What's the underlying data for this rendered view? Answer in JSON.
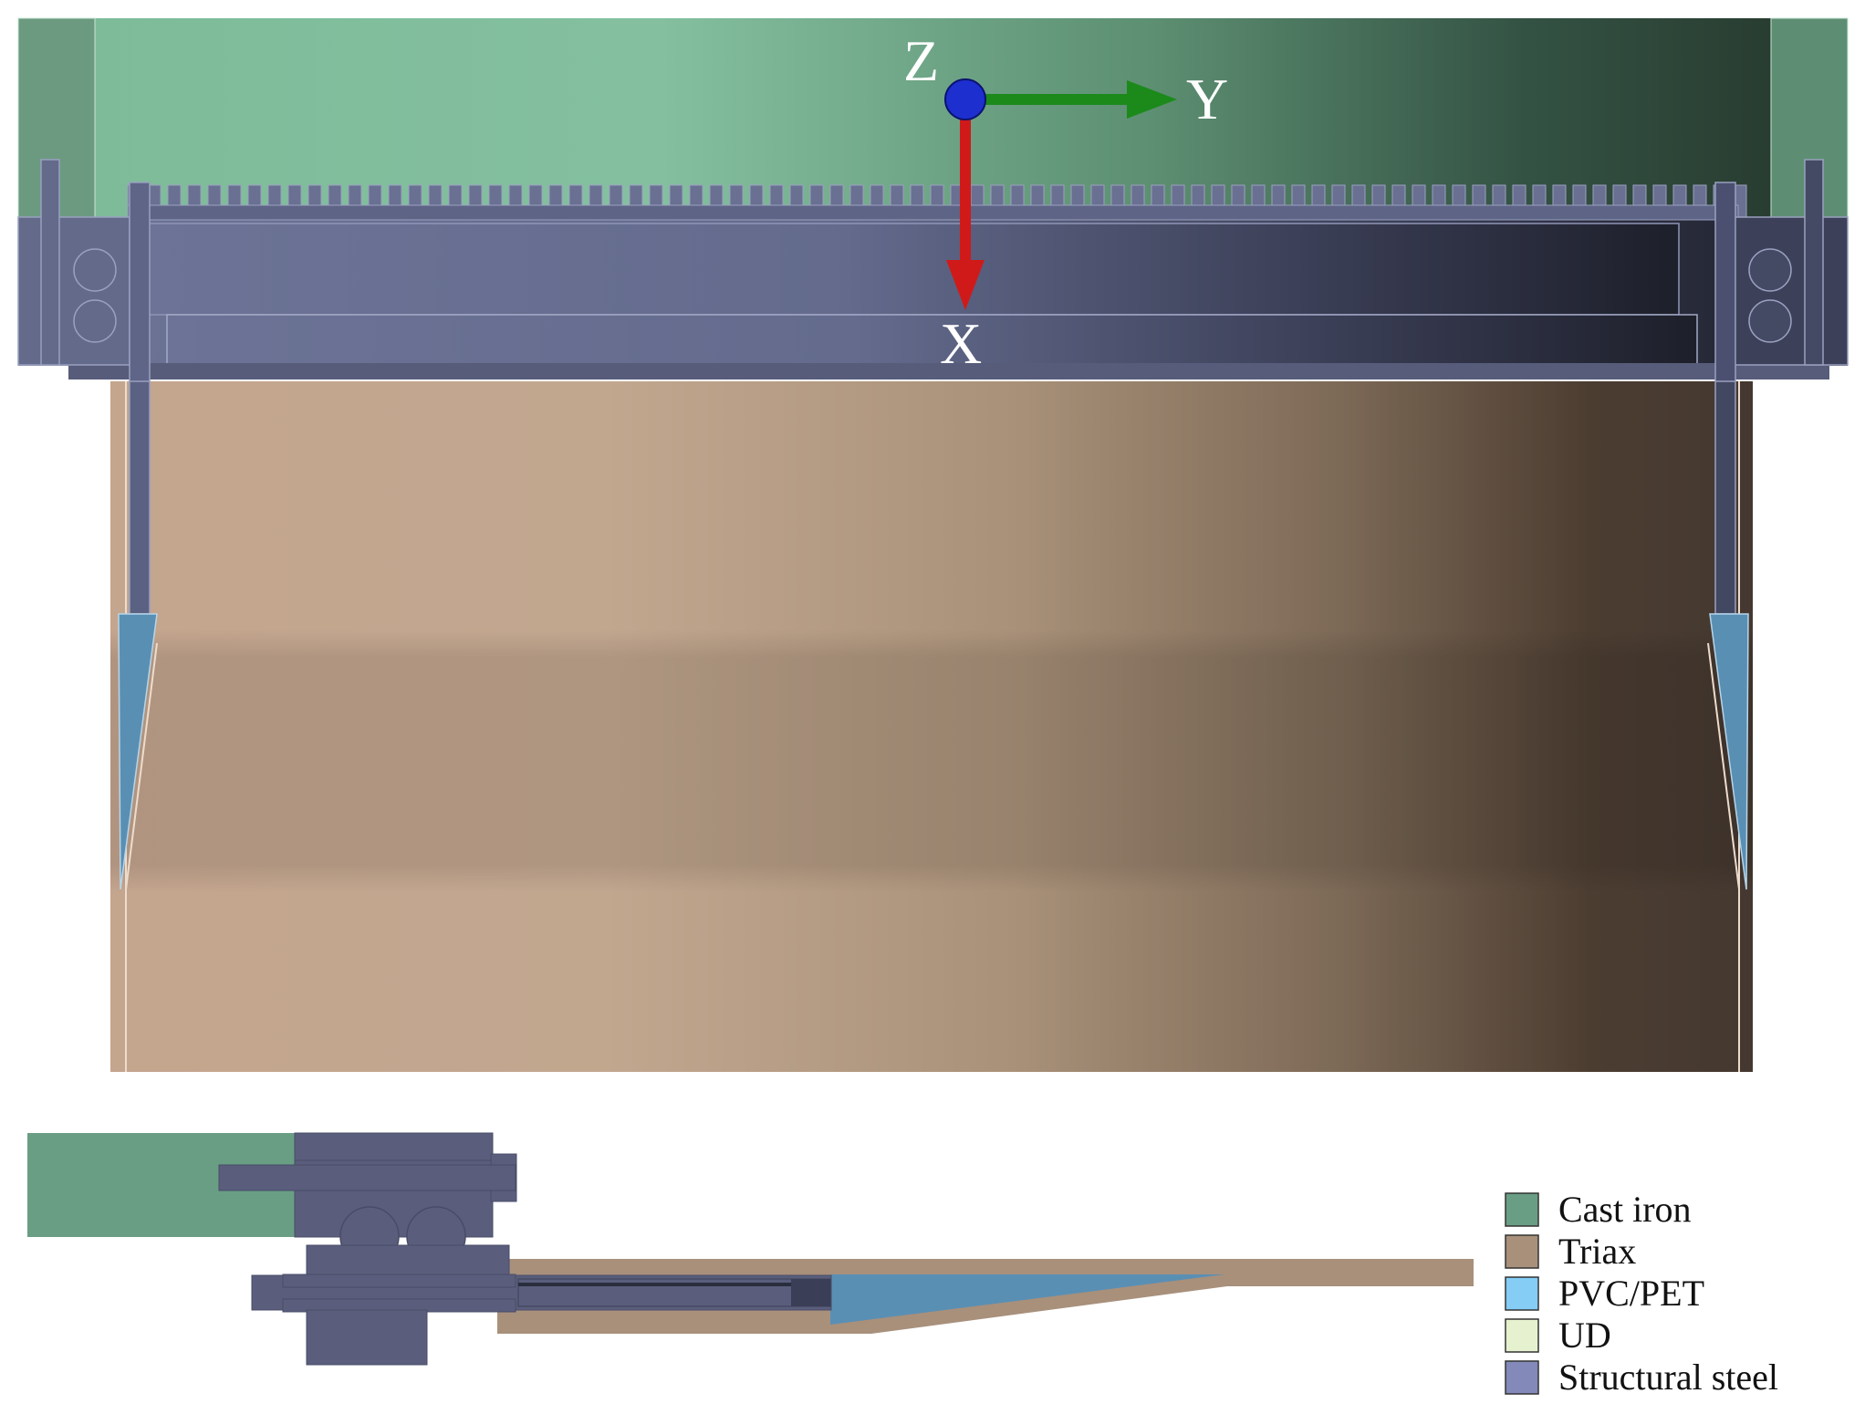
{
  "axes": {
    "z_label": "Z",
    "y_label": "Y",
    "x_label": "X",
    "origin_color": "#1e2fd0",
    "y_color": "#1b8a1b",
    "x_color": "#d01a1a"
  },
  "materials": {
    "cast_iron": "#6a9e84",
    "triax": "#a8907b",
    "pvc_pet": "#5a8fb4",
    "ud": "#e6f2cf",
    "structural_steel": "#5a5e7c"
  },
  "legend": {
    "items": [
      {
        "label": "Cast iron",
        "color": "#6a9e84"
      },
      {
        "label": "Triax",
        "color": "#a8907b"
      },
      {
        "label": "PVC/PET",
        "color": "#85cdf5"
      },
      {
        "label": "UD",
        "color": "#e6f2cf"
      },
      {
        "label": "Structural steel",
        "color": "#8389b8"
      }
    ]
  }
}
